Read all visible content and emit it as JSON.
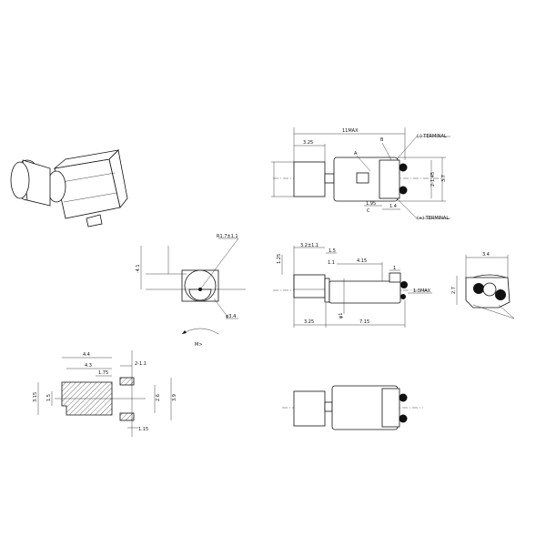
{
  "top_view": {
    "overall_length": "11MAX",
    "weight_length": "3.25",
    "label_a": "A",
    "label_b": "B",
    "neg_terminal": "(-) TERMINAL",
    "pos_terminal": "(+) TERMINAL",
    "terminal_dim": "2-1.45",
    "height": "3.7",
    "dim_c": "1.95",
    "label_c": "C",
    "terminal_width": "1.4"
  },
  "side_view": {
    "weight_dim": "3.2±1.1",
    "offset": "1.25",
    "gap": "1.5",
    "gap2": "1.1",
    "body_top": "4.15",
    "terminal": "1",
    "terminal_max": "1.3MAX",
    "diameter": "φ1",
    "weight_length": "3.25",
    "body_length": "7.15"
  },
  "end_view": {
    "width": "3.4",
    "height": "2.7"
  },
  "front_view": {
    "radius": "R1.7±1.1",
    "diameter": "φ3.4",
    "rotation": "M>"
  },
  "section_view": {
    "w1": "4.4",
    "w2": "4.3",
    "w3": "1.75",
    "slot": "2-1.1",
    "h1": "3.15",
    "h2": "1.5",
    "h3": "2.6",
    "h4": "3.9",
    "t": "1.15"
  },
  "colors": {
    "line": "#111111",
    "background": "#ffffff"
  }
}
